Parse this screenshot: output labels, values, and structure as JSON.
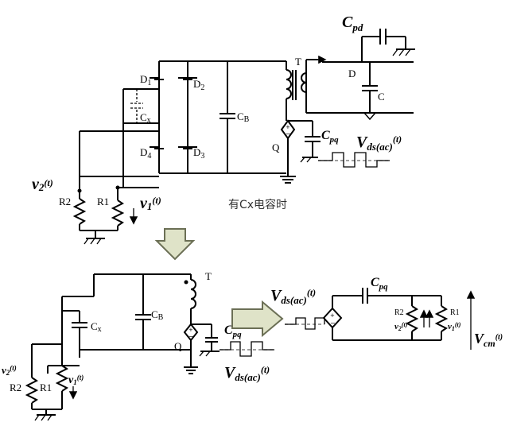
{
  "top_circuit": {
    "labels": {
      "cpd": "C",
      "cpd_sub": "pd",
      "t": "T",
      "d": "D",
      "c": "C",
      "d1": "D",
      "d1_sub": "1",
      "d2": "D",
      "d2_sub": "2",
      "d3": "D",
      "d3_sub": "3",
      "d4": "D",
      "d4_sub": "4",
      "cx": "C",
      "cx_sub": "x",
      "cb": "C",
      "cb_sub": "B",
      "cpq": "C",
      "cpq_sub": "pq",
      "q": "Q",
      "vds": "V",
      "vds_sub": "ds(ac)",
      "vds_arg": "(t)",
      "v2": "v",
      "v2_sub": "2",
      "v2_arg": "(t)",
      "v1": "v",
      "v1_sub": "1",
      "v1_arg": "(t)",
      "r2": "R2",
      "r1": "R1"
    },
    "caption": "有Cx电容时"
  },
  "bottom_circuit": {
    "labels": {
      "t": "T",
      "cb": "C",
      "cb_sub": "B",
      "cx": "C",
      "cx_sub": "x",
      "q": "Q",
      "cpq": "C",
      "cpq_sub": "pq",
      "vds": "V",
      "vds_sub": "ds(ac)",
      "vds_arg": "(t)",
      "v2": "v",
      "v2_sub": "2",
      "v2_arg": "(t)",
      "v1": "v",
      "v1_sub": "1",
      "v1_arg": "(t)",
      "r2": "R2",
      "r1": "R1"
    }
  },
  "equivalent_circuit": {
    "labels": {
      "vds": "V",
      "vds_sub": "ds(ac)",
      "vds_arg": "(t)",
      "cpq": "C",
      "cpq_sub": "pq",
      "r2": "R2",
      "r1": "R1",
      "v2": "v",
      "v2_sub": "2",
      "v2_arg": "(t)",
      "v1": "v",
      "v1_sub": "1",
      "v1_arg": "(t)",
      "vcm": "V",
      "vcm_sub": "cm",
      "vcm_arg": "(t)"
    }
  },
  "colors": {
    "wire": "#000000",
    "arrow_fill": "#dfe3c8",
    "arrow_stroke": "#6b6f55"
  }
}
